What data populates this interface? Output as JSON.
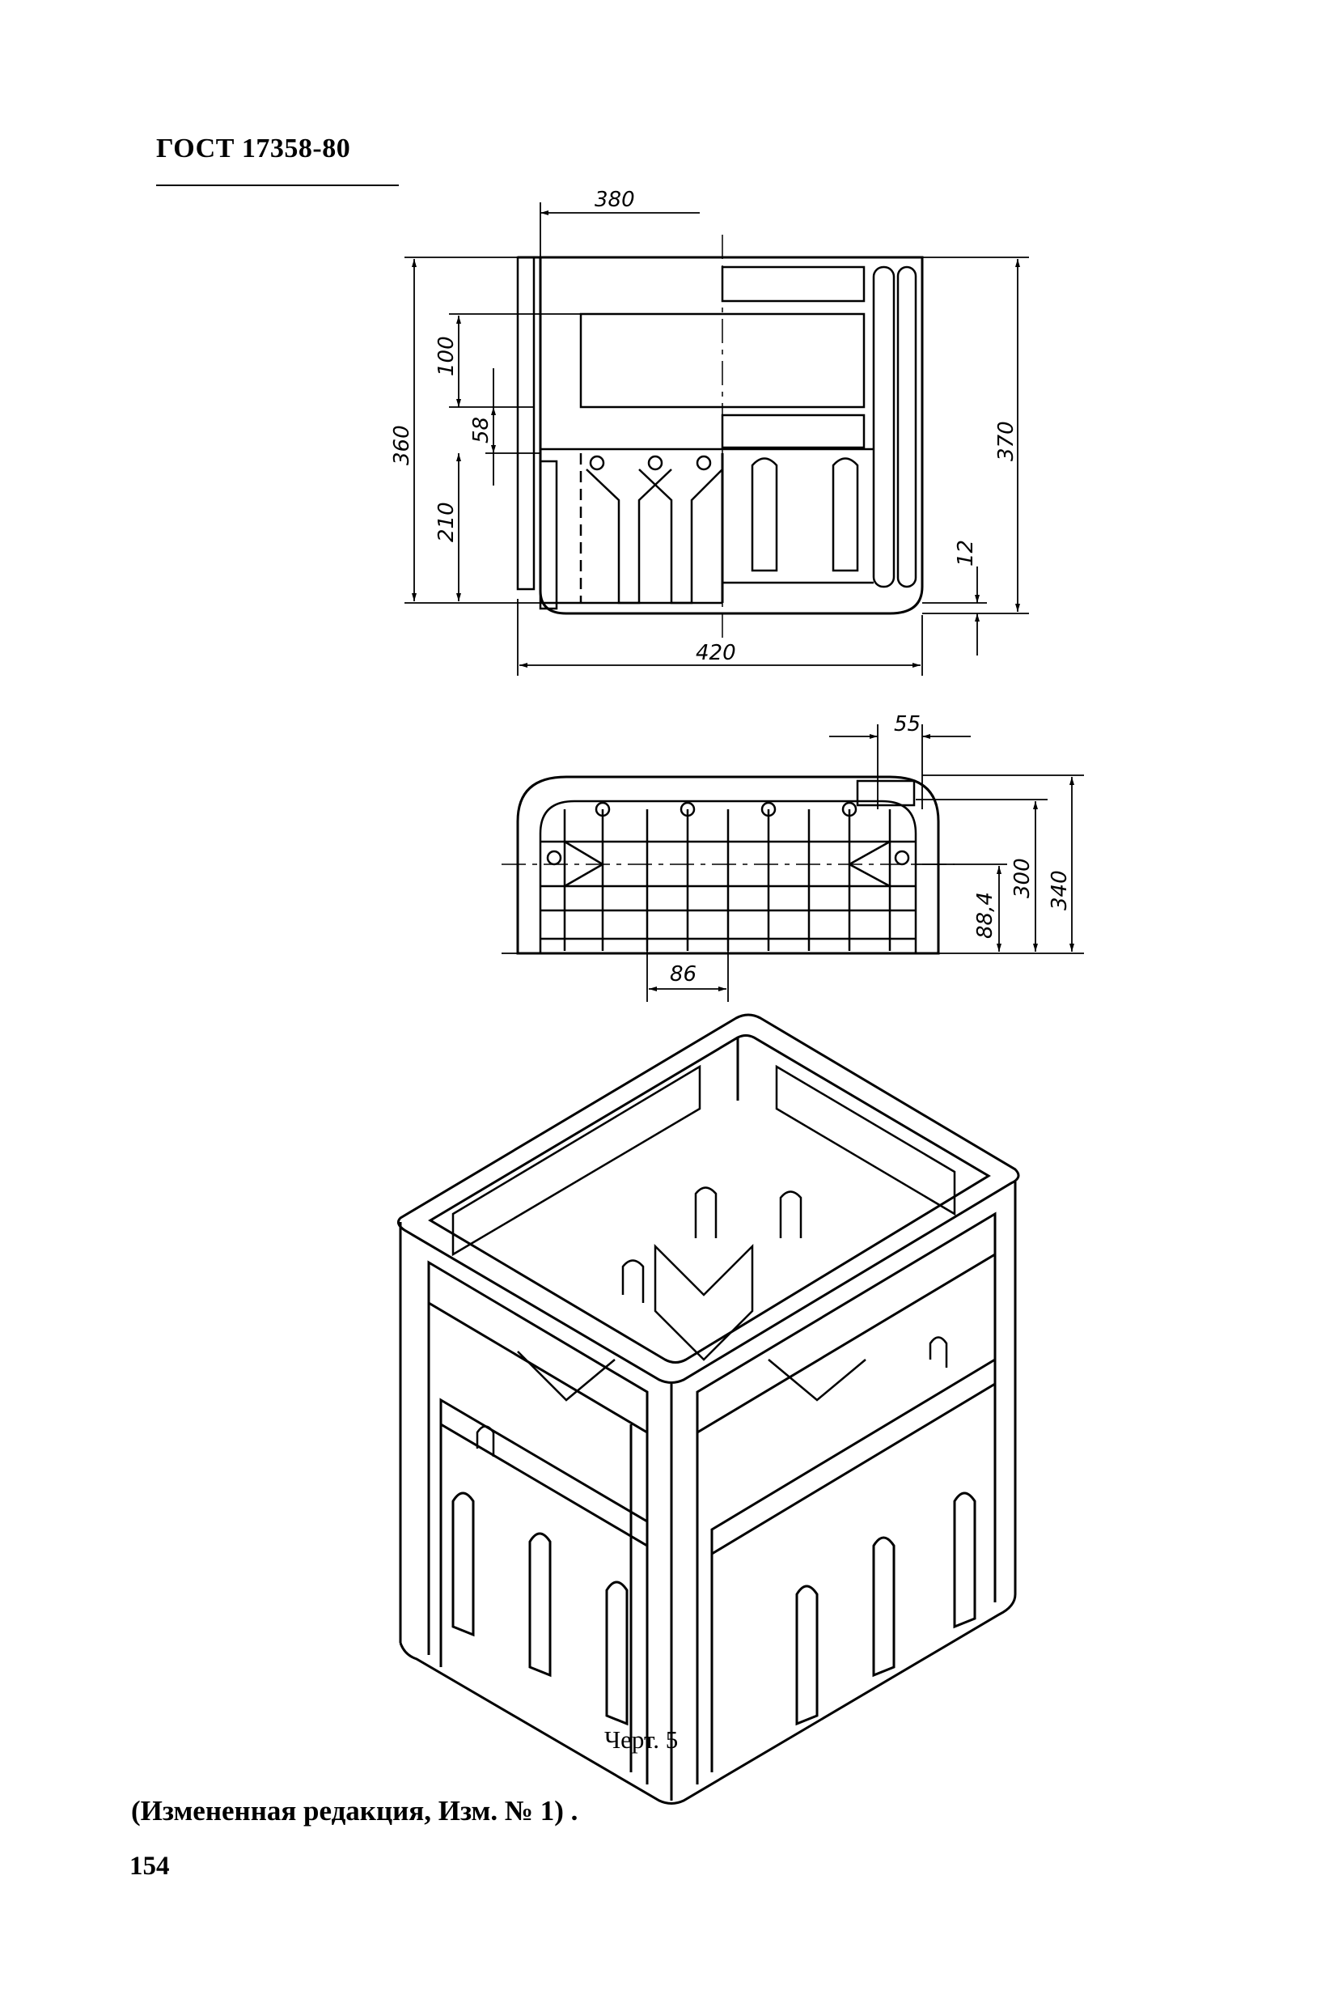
{
  "header": {
    "standard": "ГОСТ 17358-80"
  },
  "drawing": {
    "front_view": {
      "dim_top_width": "380",
      "dim_upper_window": "100",
      "dim_mid": "58",
      "dim_total_left": "360",
      "dim_lower": "210",
      "dim_total_right": "370",
      "dim_base": "12",
      "dim_bottom_width": "420"
    },
    "plan_view": {
      "dim_corner": "55",
      "dim_cell": "86",
      "dim_half": "88,4",
      "dim_inner": "300",
      "dim_outer": "340"
    }
  },
  "caption": "Черт. 5",
  "amendment": "(Измененная редакция, Изм. № 1) .",
  "page_number": "154"
}
